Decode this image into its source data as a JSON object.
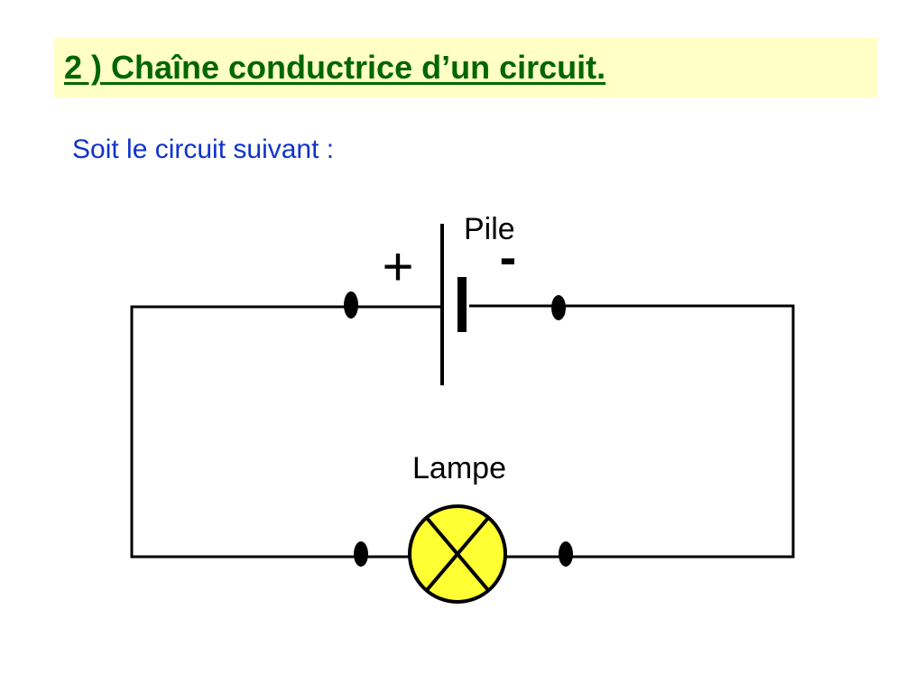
{
  "title": "2 ) Chaîne conductrice d’un circuit.",
  "intro": "Soit le circuit suivant :",
  "battery": {
    "label": "Pile",
    "plus_sign": "+",
    "minus_sign": "-"
  },
  "lamp": {
    "label": "Lampe"
  },
  "colors": {
    "title_text": "#006600",
    "title_background": "#ffffc6",
    "intro_text": "#1133cc",
    "lamp_fill": "#ffff33",
    "wire": "#000000"
  }
}
